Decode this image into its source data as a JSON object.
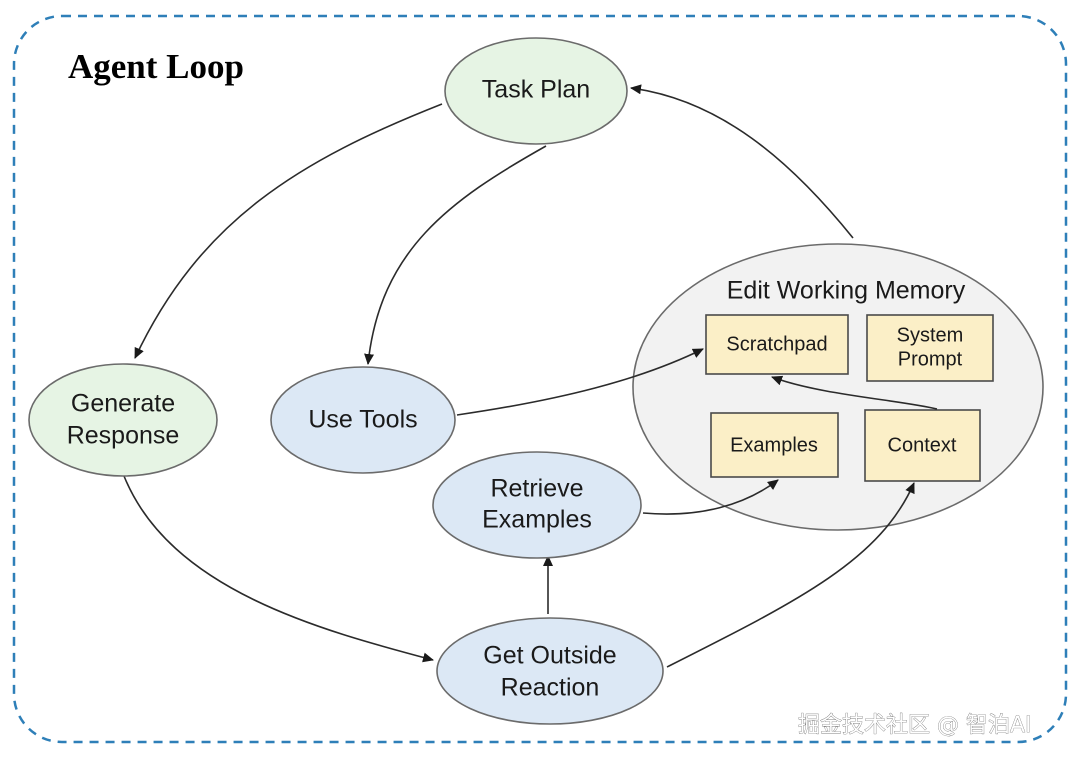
{
  "title": "Agent Loop",
  "watermark": "掘金技术社区 @ 智泊AI",
  "nodes": {
    "task_plan": "Task Plan",
    "generate_response_1": "Generate",
    "generate_response_2": "Response",
    "use_tools": "Use Tools",
    "retrieve_examples_1": "Retrieve",
    "retrieve_examples_2": "Examples",
    "get_outside_reaction_1": "Get Outside",
    "get_outside_reaction_2": "Reaction"
  },
  "memory": {
    "title": "Edit Working Memory",
    "scratchpad": "Scratchpad",
    "system_prompt_1": "System",
    "system_prompt_2": "Prompt",
    "examples": "Examples",
    "context": "Context"
  },
  "colors": {
    "green_node_fill": "#e6f4e4",
    "blue_node_fill": "#dce8f5",
    "memory_fill": "#f2f2f2",
    "box_fill": "#fbefc7",
    "dashed_border": "#2e7fb8"
  }
}
